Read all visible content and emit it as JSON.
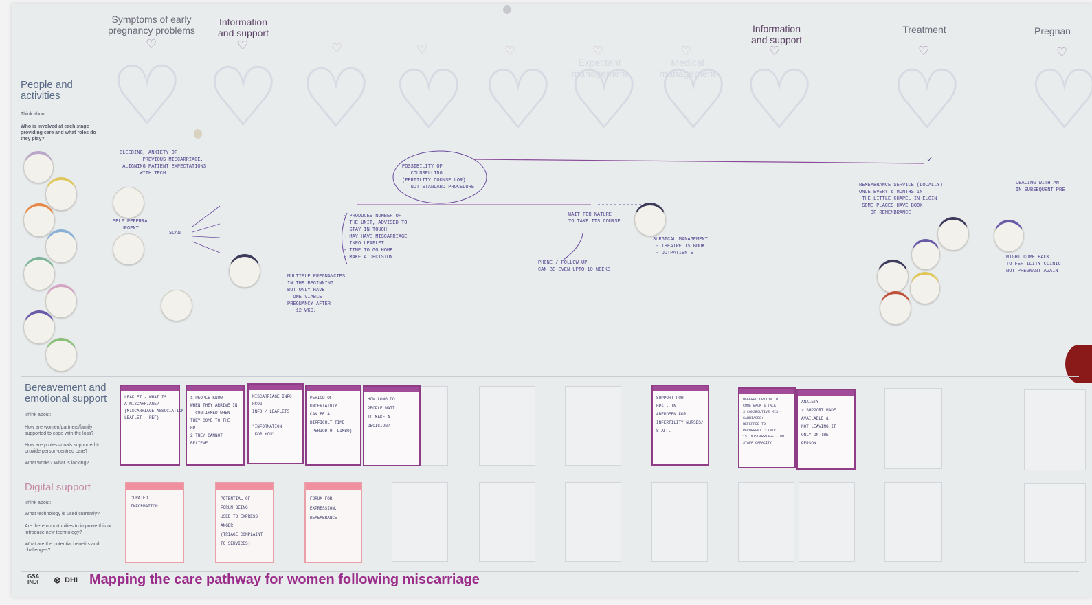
{
  "stages": {
    "s1": "Symptoms of early\npregnancy problems",
    "s2": "Information\nand support",
    "s7": "Expectant\nmanagement",
    "s8": "Medical\nmanagement",
    "s9": "Information\nand support",
    "s10": "Treatment",
    "s11": "Pregnan"
  },
  "rows": {
    "people_title": "People and\nactivities",
    "people_think": "Think about:",
    "people_q": "Who is involved at each stage providing care and what roles do they play?",
    "bereavement_title": "Bereavement and\nemotional support",
    "bereavement_think": "Think about:",
    "bereavement_q1": "How are women/partners/family supported to cope with the loss?",
    "bereavement_q2": "How are professionals supported to provide person-centred care?",
    "bereavement_q3": "What works? What is lacking?",
    "digital_title": "Digital support",
    "digital_think": "Think about:",
    "digital_q1": "What technology is used currently?",
    "digital_q2": "Are there opportunities to improve this or introduce new technology?",
    "digital_q3": "What are the potential benefits and challenges?"
  },
  "notes": {
    "n1": "BLEEDING, ANXIETY OF\n        PREVIOUS MISCARRIAGE,\n ALIGNING PATIENT EXPECTATIONS\n       WITH TECH",
    "n2": "SELF REFERRAL\n   URGENT",
    "n3": "SCAN",
    "n4": "POSSIBILITY OF\n   COUNSELLING\n(FERTILITY COUNSELLOR)\n   NOT STANDARD PROCEDURE",
    "n5": "WAIT FOR NATURE\nTO TAKE ITS COURSE",
    "n6": "PHONE / FOLLOW-UP\nCAN BE EVEN UPTO 10 WEEKS",
    "n7": "SURGICAL MANAGEMENT\n - THEATRE IS BOOK\n - OUTPATIENTS",
    "n8": "REMEMBRANCE SERVICE (LOCALLY)\nONCE EVERY 6 MONTHS IN\n THE LITTLE CHAPEL IN ELGIN\n SOME PLACES HAVE BOOK\n    OF REMEMBRANCE",
    "n9": "DEALING WITH AN\nIN SUBSEQUENT PRE",
    "n10": "MIGHT COME BACK\nTO FERTILITY CLINIC\nNOT PREGNANT AGAIN",
    "n11": "MULTIPLE PREGNANCIES\nIN THE BEGINNING\nBUT ONLY HAVE\n  ONE VIABLE\nPREGNANCY AFTER\n   12 WKS.",
    "n12": "- PRODUCES NUMBER OF\n  THE UNIT, ADVISED TO\n  STAY IN TOUCH\n- MAY HAVE MISCARRIAGE\n  INFO LEAFLET\n- TIME TO GO HOME\n- MAKE A DECISION."
  },
  "bereavement_cards": [
    "LEAFLET - WHAT IS\nA MISCARRIAGE?\n(MISCARRIAGE ASSOCIATION\nLEAFLET - REF)",
    "1 PEOPLE KNOW\nWHEN THEY ARRIVE IN\n- CONFIRMED WHEN\nTHEY COME TO THE\nHP.\n2 THEY CANNOT\nBELIEVE.",
    "MISCARRIAGE INFO\nRCOG\nINFO / LEAFLETS\n\n\"INFORMATION\n FOR YOU\"",
    "PERIOD OF\nUNCERTAINTY\nCAN BE A\nDIFFICULT TIME\n(PERIOD OF LIMBO)",
    "HOW LONG DO\nPEOPLE WAIT\nTO MAKE A\nDECISION?",
    "SUPPORT FOR\nHPs - IN\nABERDEEN FOR\nINFERTILITY NURSES/\nSTAFF.",
    "OFFERED OPTION TO\nCOME BACK & TALK\n3 CONSECUTIVE MIS-\nCARRIAGES:\nREFERRED TO\nRECURRENT CLINIC.\n1ST MISCARRIAGE - NO\nSTAFF CAPACITY",
    "ANXIETY\n> SUPPORT MADE\nAVAILABLE &\nNOT LEAVING IT\nONLY ON THE\nPERSON."
  ],
  "digital_cards": [
    "CURATED\nINFORMATION",
    "POTENTIAL OF\nFORUM BEING\nUSED TO EXPRESS\nANGER\n(TRIAGE COMPLAINT\nTO SERVICES)",
    "FORUM FOR\nEXPRESSION,\nREMEMBRANCE"
  ],
  "footer": {
    "logo1": "GSA\nINDI",
    "logo2": "DHI",
    "title": "Mapping the care pathway for women following miscarriage"
  },
  "colors": {
    "card_border": "#8e3d86",
    "card_band": "#a04a98",
    "digital_band": "#ef8fa0",
    "title": "#9b2d8a",
    "ink": "#4a3c8a"
  }
}
